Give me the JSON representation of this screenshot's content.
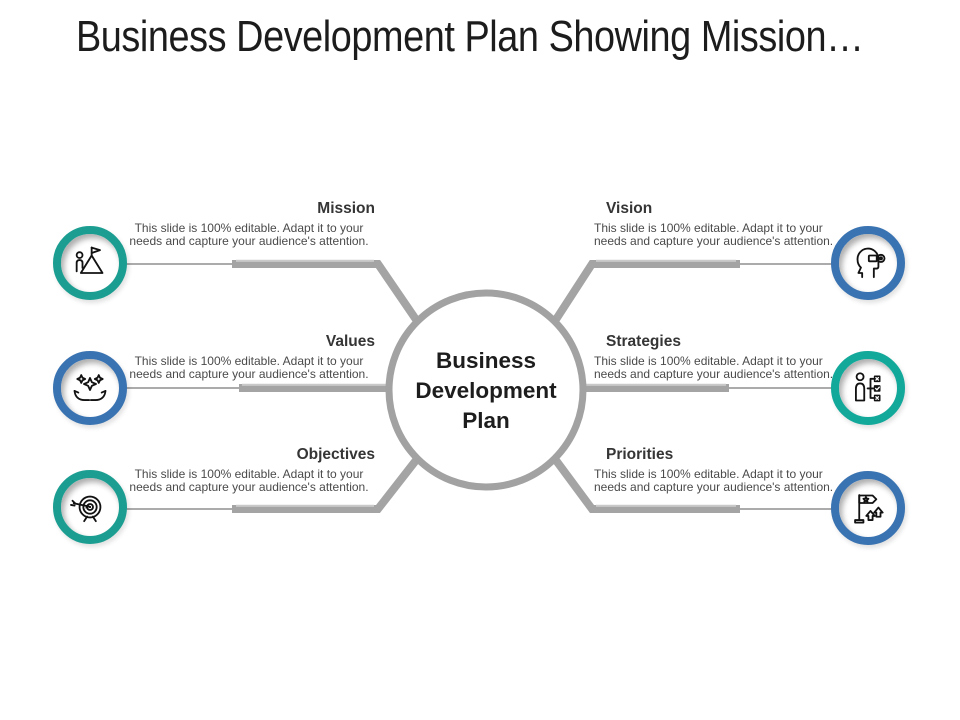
{
  "slide": {
    "title": "Business Development Plan Showing Mission…",
    "center_label": "Business Development Plan"
  },
  "branches": [
    {
      "id": "mission",
      "label": "Mission",
      "description": "This slide is 100% editable. Adapt it to your needs and capture your audience's attention.",
      "side": "left",
      "icon": "mission-climber-flag-icon",
      "ring_color": "#1B9E91"
    },
    {
      "id": "vision",
      "label": "Vision",
      "description": "This slide is 100% editable. Adapt it to your needs and capture your audience's attention.",
      "side": "right",
      "icon": "vision-head-binoculars-icon",
      "ring_color": "#3A73B1"
    },
    {
      "id": "values",
      "label": "Values",
      "description": "This slide is 100% editable. Adapt it to your needs and capture your audience's attention.",
      "side": "left",
      "icon": "values-hands-stars-icon",
      "ring_color": "#3A73B1"
    },
    {
      "id": "strategies",
      "label": "Strategies",
      "description": "This slide is 100% editable. Adapt it to your needs and capture your audience's attention.",
      "side": "right",
      "icon": "strategies-person-checklist-icon",
      "ring_color": "#12A89A"
    },
    {
      "id": "objectives",
      "label": "Objectives",
      "description": "This slide is 100% editable. Adapt it to your needs and capture your audience's attention.",
      "side": "left",
      "icon": "objectives-target-dart-icon",
      "ring_color": "#1B9E91"
    },
    {
      "id": "priorities",
      "label": "Priorities",
      "description": "This slide is 100% editable. Adapt it to your needs and capture your audience's attention.",
      "side": "right",
      "icon": "priorities-flag-arrows-icon",
      "ring_color": "#3A73B1"
    }
  ],
  "colors": {
    "connector_gray": "#A4A4A4",
    "connector_highlight": "#C9C9C9",
    "teal": "#1B9E91",
    "strategies_teal": "#12A89A",
    "blue": "#3A73B1",
    "title_text": "#1C1C1C",
    "heading_text": "#353535",
    "body_text": "#4A4A4A"
  }
}
